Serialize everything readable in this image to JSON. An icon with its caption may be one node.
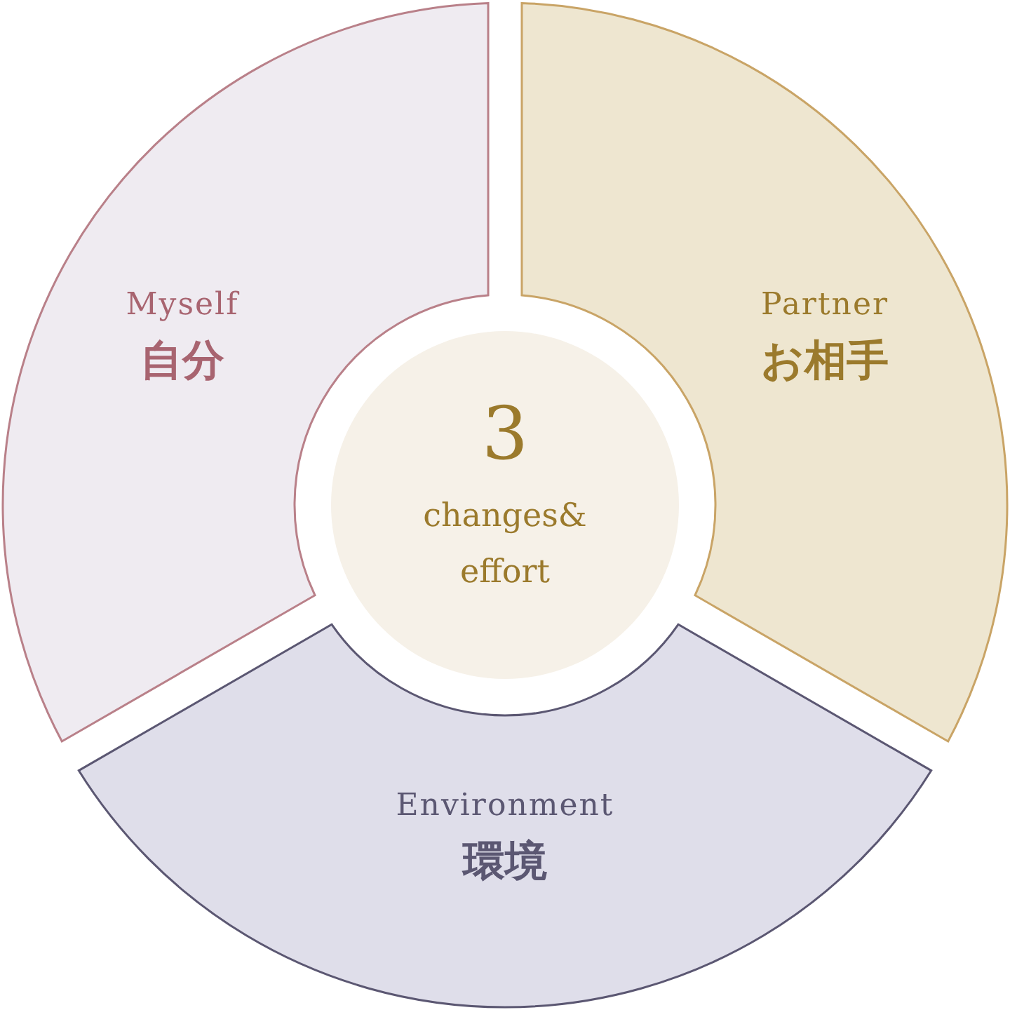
{
  "diagram": {
    "nodes": [
      {
        "text": [
          "Myself",
          "自分"
        ]
      },
      {
        "text": [
          "Partner",
          "お相手"
        ]
      },
      {
        "text": [
          "3",
          "changes& effort"
        ]
      },
      {
        "text": [
          "Environment",
          "環境"
        ]
      }
    ]
  }
}
